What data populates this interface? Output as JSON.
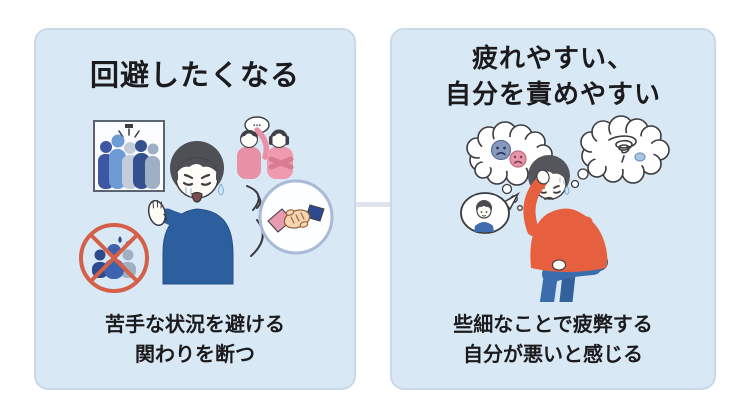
{
  "infographic": {
    "background": "#ffffff",
    "connector_color": "#dfe3ea"
  },
  "left_panel": {
    "title": "回避したくなる",
    "captions": [
      "苦手な状況を避ける",
      "関わりを断つ"
    ],
    "speech_bubble_dots": "...",
    "icons": [
      "crowd-picture-icon",
      "gossip-women-icon",
      "stop-gesture-man-icon",
      "handshake-icon",
      "no-group-icon",
      "swoosh-motion-lines"
    ]
  },
  "right_panel": {
    "title_lines": [
      "疲れやすい、",
      "自分を責めやすい"
    ],
    "captions": [
      "些細なことで疲弊する",
      "自分が悪いと感じる"
    ],
    "icons": [
      "thought-bubble-sad-faces-icon",
      "thought-bubble-tangle-icon",
      "speech-bubble-child-icon",
      "tired-seated-man-icon"
    ]
  },
  "colors": {
    "panel_background": "#d9e8f5",
    "panel_border": "#c9d9ea",
    "title_text": "#1b1b1d",
    "caption_text": "#1b1b1d",
    "blue_sweater": "#2d5e9e",
    "orange_sweater": "#e65f3f",
    "jeans_blue": "#3b6cab",
    "pink_top": "#e891a6",
    "prohibition_red": "#d4604a",
    "hair_dark": "#4f4f56",
    "skin_light": "#fffdf8",
    "handshake_ring": "#a9bad7",
    "crowd_navy": "#3e57a2",
    "crowd_blue": "#6d9bd6",
    "crowd_gray": "#b9c3d2"
  }
}
